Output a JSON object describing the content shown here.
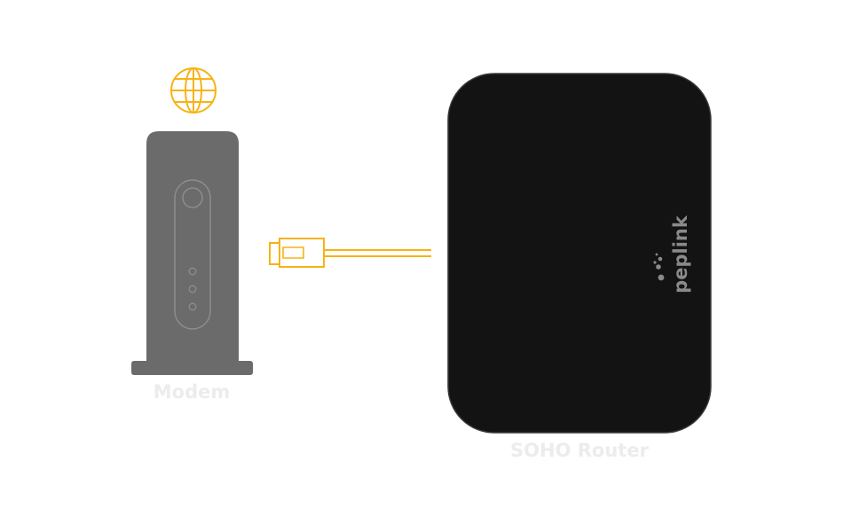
{
  "modem": {
    "label": "Modem"
  },
  "router": {
    "label": "SOHO Router",
    "brand": "peplink"
  },
  "colors": {
    "accent": "#f7b314",
    "modem_body": "#6b6b6b",
    "router_body": "#131313",
    "label": "#ececec",
    "brand": "#8a8a8a"
  },
  "icons": {
    "internet": "globe-icon",
    "cable": "ethernet-connector-icon"
  }
}
